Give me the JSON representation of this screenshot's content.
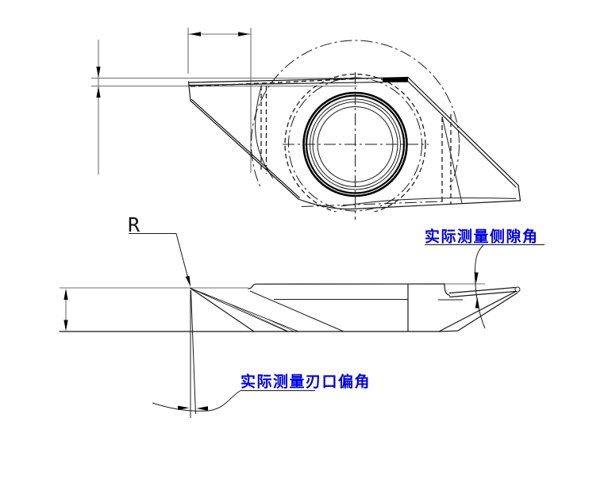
{
  "drawing": {
    "title": "cutting-insert-engineering-drawing",
    "background": "#ffffff",
    "line_color": "#151515",
    "dimension_line_color": "#6f6f6f",
    "annotation_color": "#0000dd",
    "labels": {
      "radius": "R",
      "side_clearance": "实际测量侧隙角",
      "edge_deflection": "实际测量刃口偏角"
    }
  }
}
